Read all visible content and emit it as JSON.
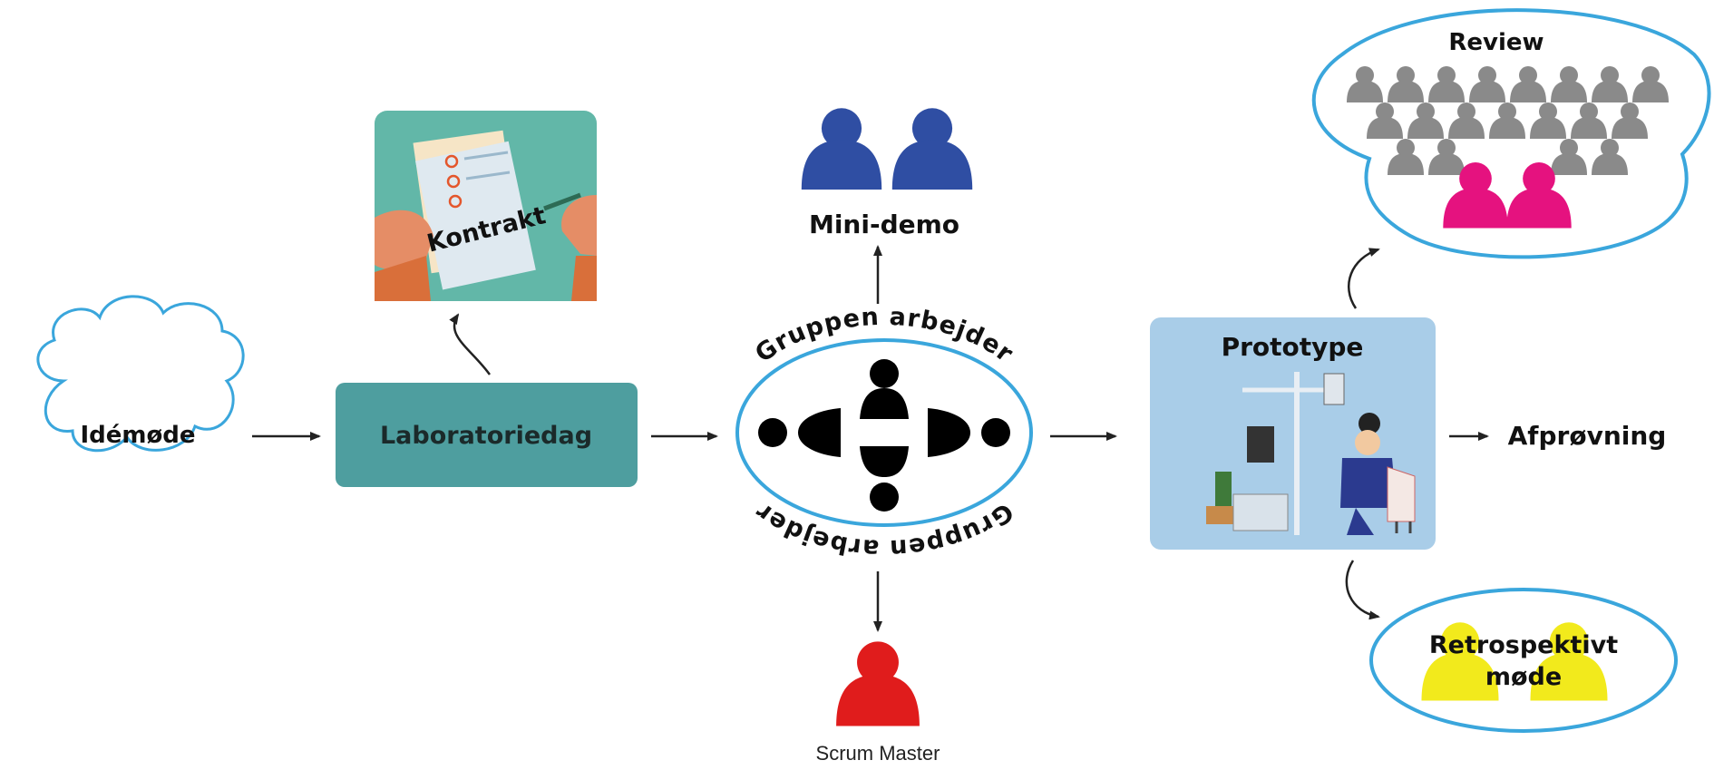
{
  "nodes": {
    "idemode": "Idémøde",
    "laboratoriedag": "Laboratoriedag",
    "kontrakt": "Kontrakt",
    "gruppen_top": "Gruppen arbejder",
    "gruppen_bottom": "Gruppen arbejder",
    "mini_demo": "Mini-demo",
    "scrum_master": "Scrum Master",
    "prototype": "Prototype",
    "afprovning": "Afprøvning",
    "review": "Review",
    "retro_line1": "Retrospektivt",
    "retro_line2": "møde"
  },
  "colors": {
    "cloud_outline": "#3aa6dc",
    "lab_box": "#4e9e9f",
    "kontrakt_bg": "#62b7a8",
    "mini_demo_people": "#2f4ea3",
    "scrum_master": "#e01c1c",
    "review_people": "#8a8a8a",
    "review_highlight": "#e5127f",
    "retro_people": "#f2ea1c",
    "prototype_bg": "#a9cde8"
  }
}
